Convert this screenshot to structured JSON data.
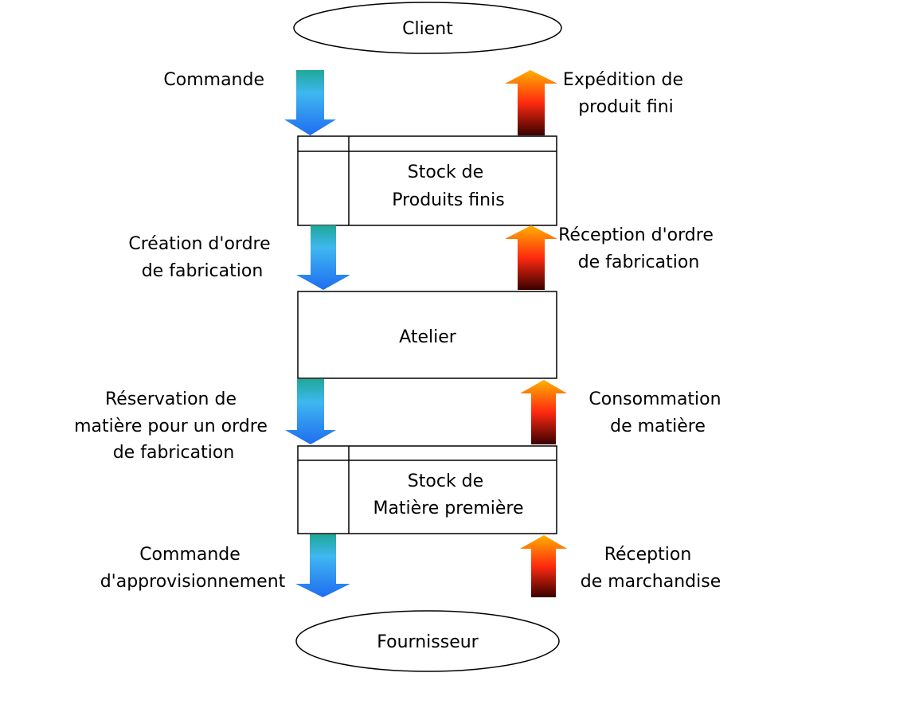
{
  "colors": {
    "down_arrow_top": "#1fa898",
    "down_arrow_mid": "#3fb7f0",
    "down_arrow_bottom": "#1f6df0",
    "up_arrow_top": "#ffb000",
    "up_arrow_mid": "#ff2a10",
    "up_arrow_bottom": "#3a0000"
  },
  "nodes": {
    "client": "Client",
    "stock_finished": [
      "Stock de",
      "Produits finis"
    ],
    "workshop": "Atelier",
    "stock_raw": [
      "Stock de",
      "Matière première"
    ],
    "supplier": "Fournisseur"
  },
  "flows": {
    "order": "Commande",
    "shipment": [
      "Expédition de",
      "produit fini"
    ],
    "create_mo": [
      "Création d'ordre",
      "de fabrication"
    ],
    "receive_mo": [
      "Réception d'ordre",
      "de fabrication"
    ],
    "reserve_material": [
      "Réservation de",
      "matière pour un ordre",
      "de fabrication"
    ],
    "consume_material": [
      "Consommation",
      "de matière"
    ],
    "purchase_order": [
      "Commande",
      "d'approvisionnement"
    ],
    "receive_goods": [
      "Réception",
      "de marchandise"
    ]
  }
}
